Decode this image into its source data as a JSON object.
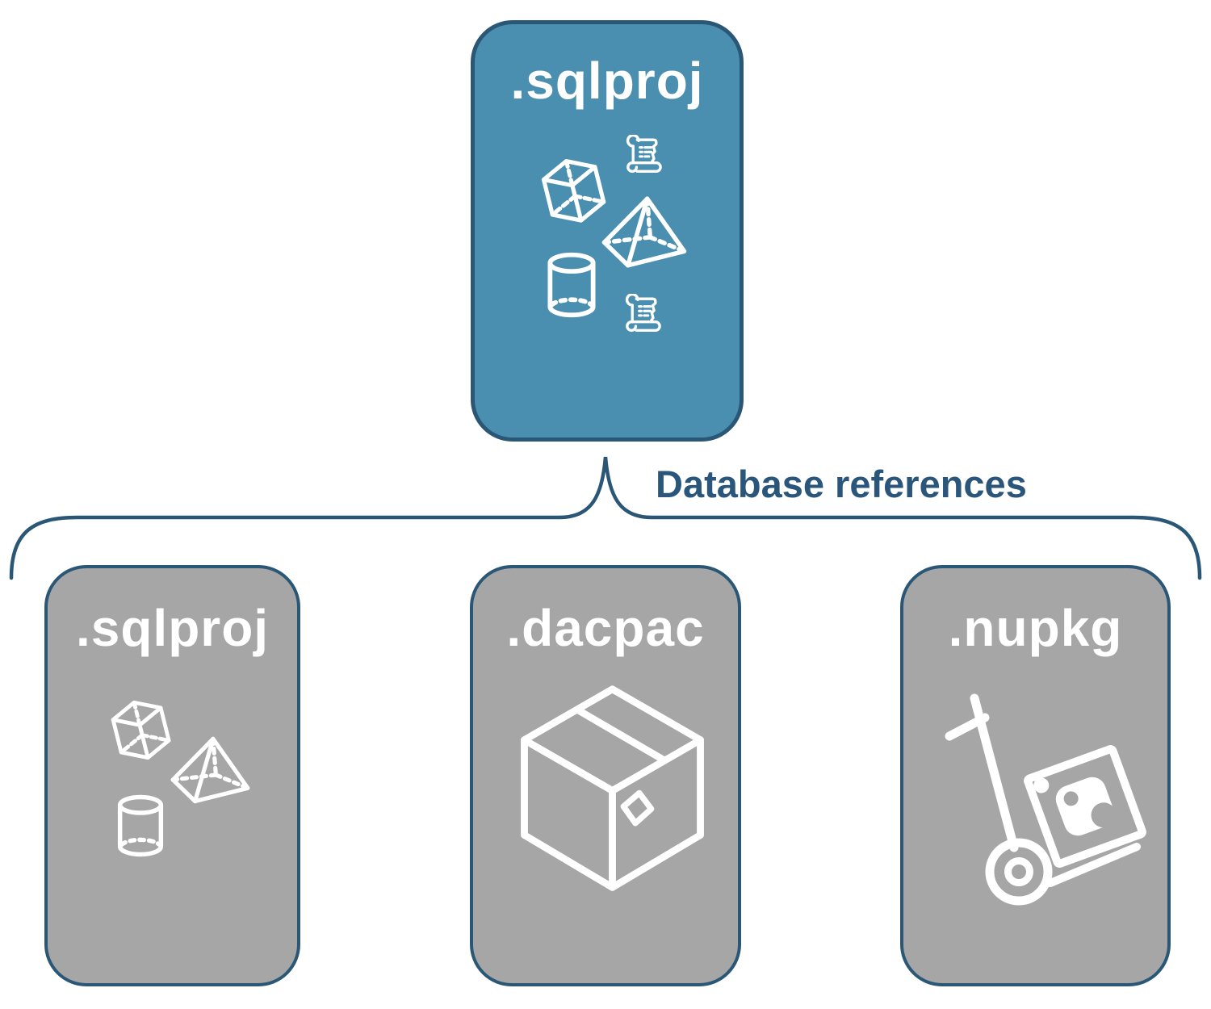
{
  "title": "SQL project database references diagram",
  "connector": {
    "label": "Database references"
  },
  "colors": {
    "accent": "#4a8fb0",
    "gray": "#a6a6a6",
    "border": "#2b5777",
    "label": "#2b567c",
    "icon": "#ffffff"
  },
  "root_node": {
    "label": ".sqlproj",
    "icons": [
      "cube-icon",
      "scroll-icon",
      "pyramid-icon",
      "database-cylinder-icon",
      "scroll-icon"
    ]
  },
  "child_nodes": [
    {
      "label": ".sqlproj",
      "icons": [
        "cube-icon",
        "pyramid-icon",
        "database-cylinder-icon"
      ]
    },
    {
      "label": ".dacpac",
      "icons": [
        "package-box-icon"
      ]
    },
    {
      "label": ".nupkg",
      "icons": [
        "nuget-hand-truck-icon"
      ]
    }
  ]
}
